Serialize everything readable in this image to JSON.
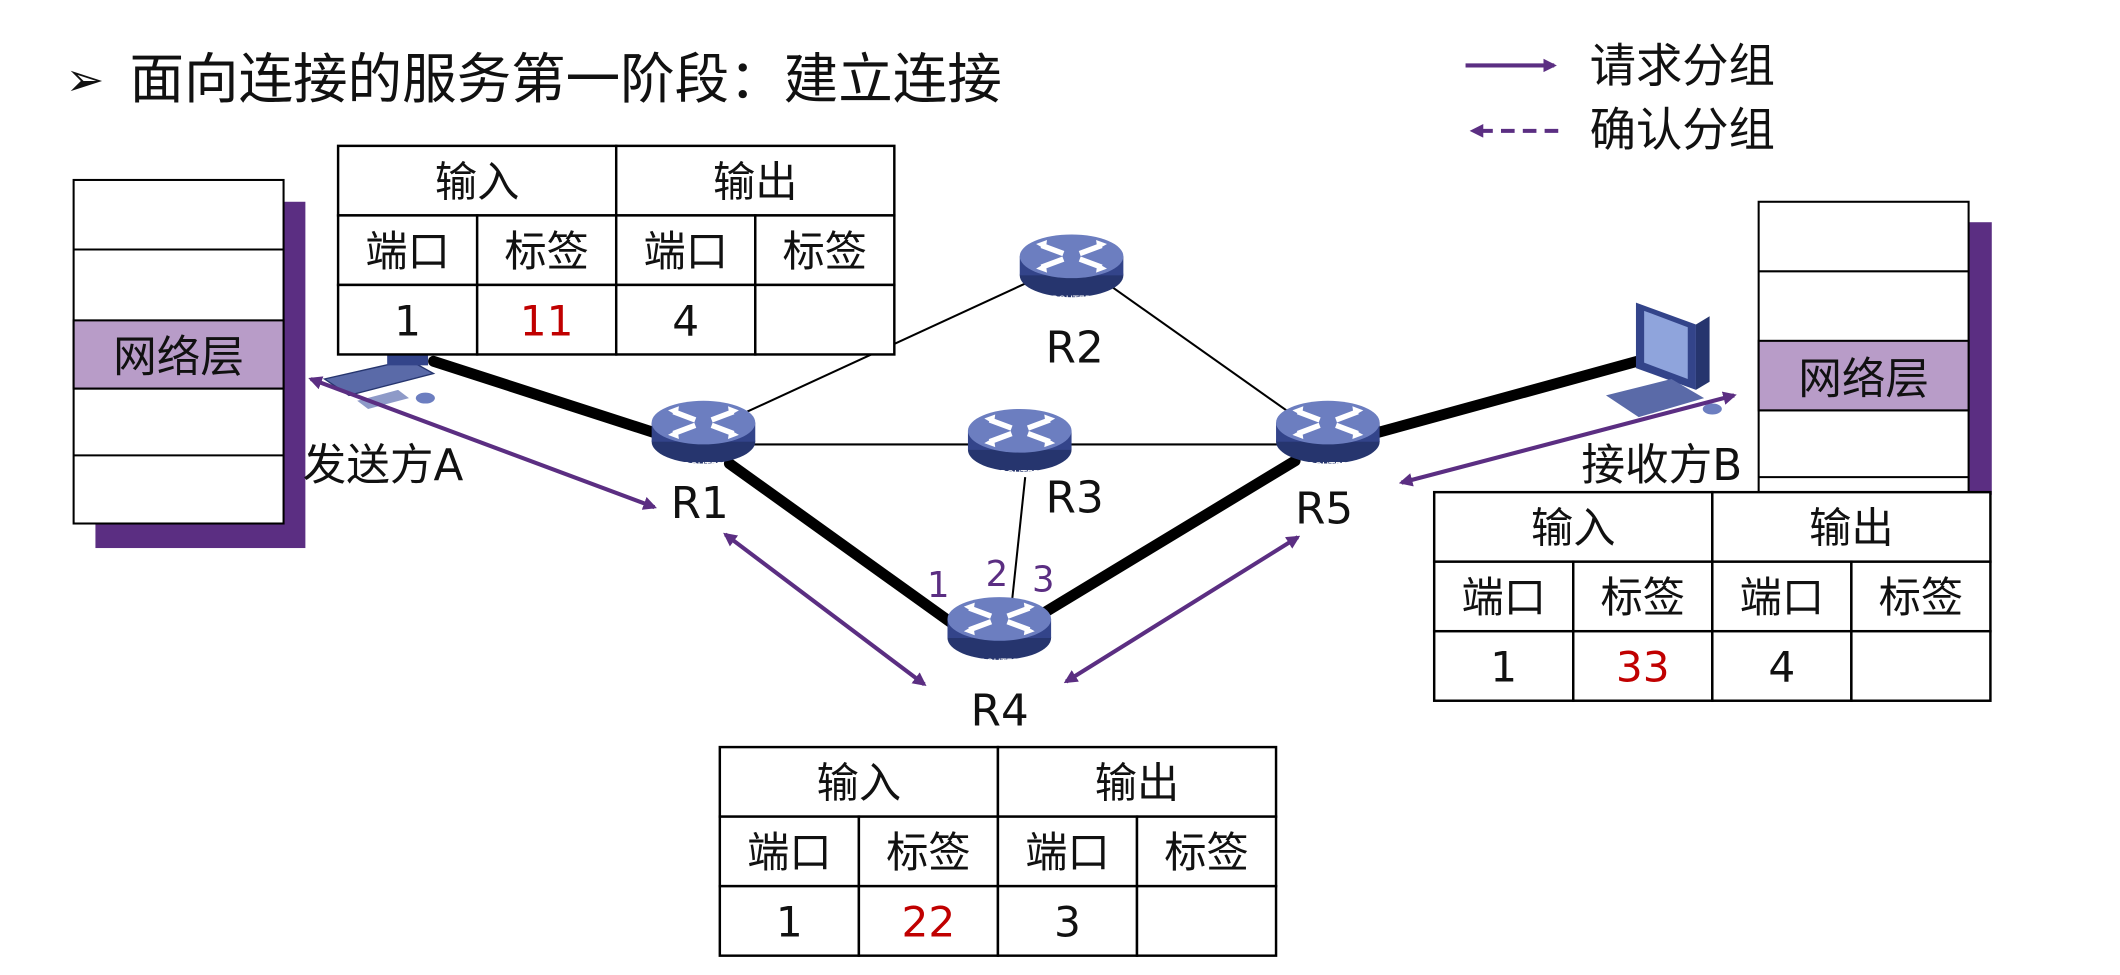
{
  "title": "面向连接的服务第一阶段：建立连接",
  "bullet": "➢",
  "legend": {
    "request": "请求分组",
    "confirm": "确认分组"
  },
  "colors": {
    "accent": "#5b2e82",
    "layer_fill": "#b89cc8",
    "label_red": "#c00000",
    "link": "#000000"
  },
  "hosts": {
    "sender": {
      "label": "发送方A",
      "layer": "网络层"
    },
    "receiver": {
      "label": "接收方B",
      "layer": "网络层"
    }
  },
  "routers": [
    {
      "id": "R1",
      "name": "R1"
    },
    {
      "id": "R2",
      "name": "R2"
    },
    {
      "id": "R3",
      "name": "R3"
    },
    {
      "id": "R4",
      "name": "R4"
    },
    {
      "id": "R5",
      "name": "R5"
    }
  ],
  "router_caption": "ROUTER",
  "ports": [
    "1",
    "2",
    "3"
  ],
  "tables": [
    {
      "id": "r1",
      "header": [
        "输入",
        "输出"
      ],
      "cols": [
        "端口",
        "标签",
        "端口",
        "标签"
      ],
      "row": [
        "1",
        "11",
        "4",
        ""
      ]
    },
    {
      "id": "r4",
      "header": [
        "输入",
        "输出"
      ],
      "cols": [
        "端口",
        "标签",
        "端口",
        "标签"
      ],
      "row": [
        "1",
        "22",
        "3",
        ""
      ]
    },
    {
      "id": "r5",
      "header": [
        "输入",
        "输出"
      ],
      "cols": [
        "端口",
        "标签",
        "端口",
        "标签"
      ],
      "row": [
        "1",
        "33",
        "4",
        ""
      ]
    }
  ]
}
